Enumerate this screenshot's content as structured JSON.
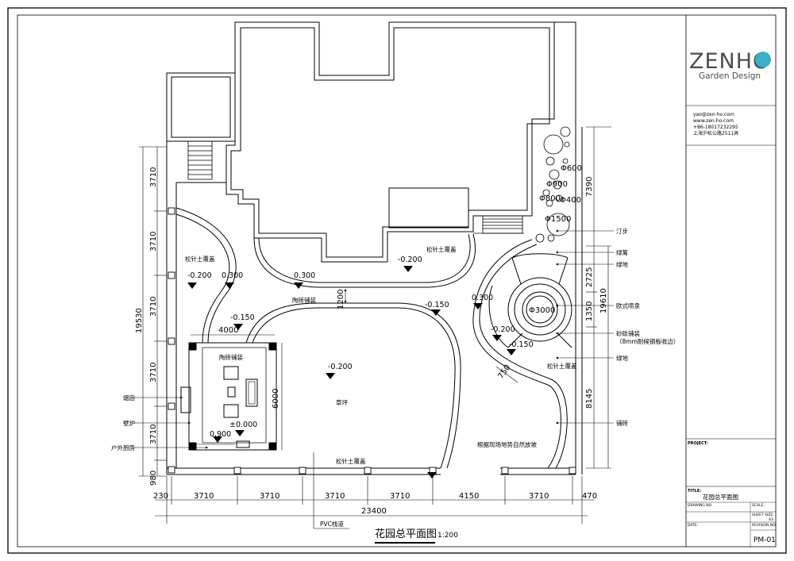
{
  "title_block": {
    "logo_text": "ZENHO",
    "logo_accent_color": "#3ab0c8",
    "logo_subtitle": "Garden Design",
    "email": "yao@zen-ho.com",
    "website": "www.zen-ho.com",
    "phone": "+86-18017232295",
    "address": "上海沪松公路2511弄",
    "project_label": "PROJECT:",
    "title_label": "TITLE:",
    "title_value": "花园总平面图",
    "drawing_no_label": "DRAWING NO.",
    "scale_label": "SCALE:",
    "sheet_size_label": "SHEET SIZE:",
    "sheet_size_value": "A3",
    "date_label": "DATE:",
    "revision_label": "REVISION NO.",
    "sheet_no": "PM-01"
  },
  "drawing": {
    "caption": "花园总平面图",
    "scale": "1:200",
    "pvc_note": "PVC栈道",
    "bottom_dims": [
      "230",
      "3710",
      "3710",
      "3710",
      "3710",
      "4150",
      "3710",
      "470"
    ],
    "total_width": "23400",
    "left_dims": [
      "3710",
      "3710",
      "3710",
      "3710",
      "3710",
      "980"
    ],
    "total_height": "19530",
    "right_dims": [
      "7390",
      "2725",
      "1350",
      "8145"
    ],
    "right_total": "19610",
    "inner_dims": {
      "d1200": "1200",
      "d4000": "4000",
      "d6000": "6000",
      "d750": "750"
    },
    "circle_dims": [
      "Φ600",
      "Φ900",
      "Φ800",
      "Φ400",
      "Φ1500",
      "Φ3000"
    ],
    "levels": [
      "-0.200",
      "0.300",
      "0.300",
      "-0.200",
      "-0.150",
      "-0.150",
      "0.300",
      "-0.200",
      "-0.150",
      "-0.200",
      "±0.000",
      "0.900"
    ],
    "area_labels": {
      "bark_left": "松针土覆盖",
      "bark_top": "松针土覆盖",
      "bark_right": "松针土覆盖",
      "bark_bottom": "松针土覆盖",
      "tile_path": "陶砖铺装",
      "tile_pavilion": "陶砖铺装",
      "lawn": "草坪",
      "slope_note": "根据现场地势自然放坡"
    },
    "left_callouts": [
      "烟囱",
      "壁炉",
      "户外厨房"
    ],
    "right_callouts": [
      "汀步",
      "绿篱",
      "绿地",
      "欧式喷泉",
      "砂砾铺装",
      "（8mm耐候钢板收边）",
      "绿地",
      "铺砖"
    ]
  }
}
